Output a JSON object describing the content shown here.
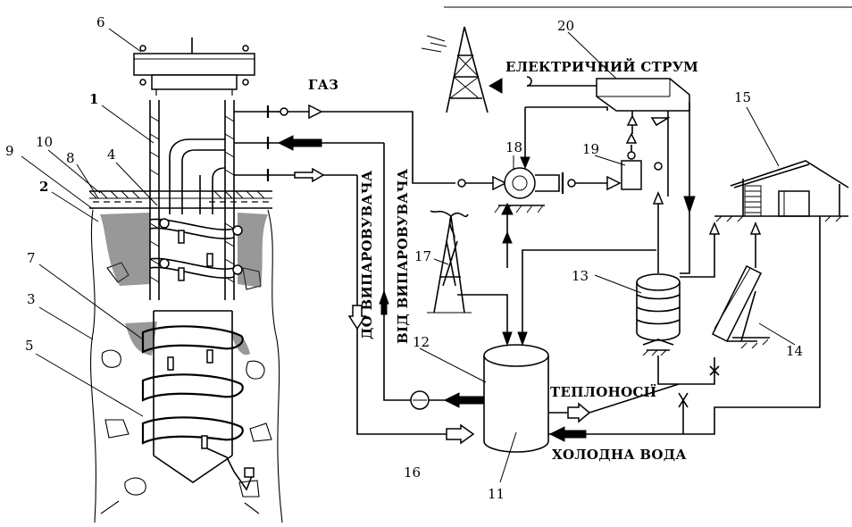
{
  "callouts": {
    "n1": "1",
    "n2": "2",
    "n3": "3",
    "n4": "4",
    "n5": "5",
    "n6": "6",
    "n7": "7",
    "n8": "8",
    "n9": "9",
    "n10": "10",
    "n11": "11",
    "n12": "12",
    "n13": "13",
    "n14": "14",
    "n15": "15",
    "n16": "16",
    "n17": "17",
    "n18": "18",
    "n19": "19",
    "n20": "20"
  },
  "captions": {
    "gas": "ГАЗ",
    "electric_current": "ЕЛЕКТРИЧНИЙ СТРУМ",
    "to_evaporator": "ДО ВИПАРОВУВАЧА",
    "from_evaporator": "ВІД ВИПАРОВУВАЧА",
    "coolants": "ТЕПЛОНОСІЇ",
    "cold_water": "ХОЛОДНА ВОДА"
  }
}
